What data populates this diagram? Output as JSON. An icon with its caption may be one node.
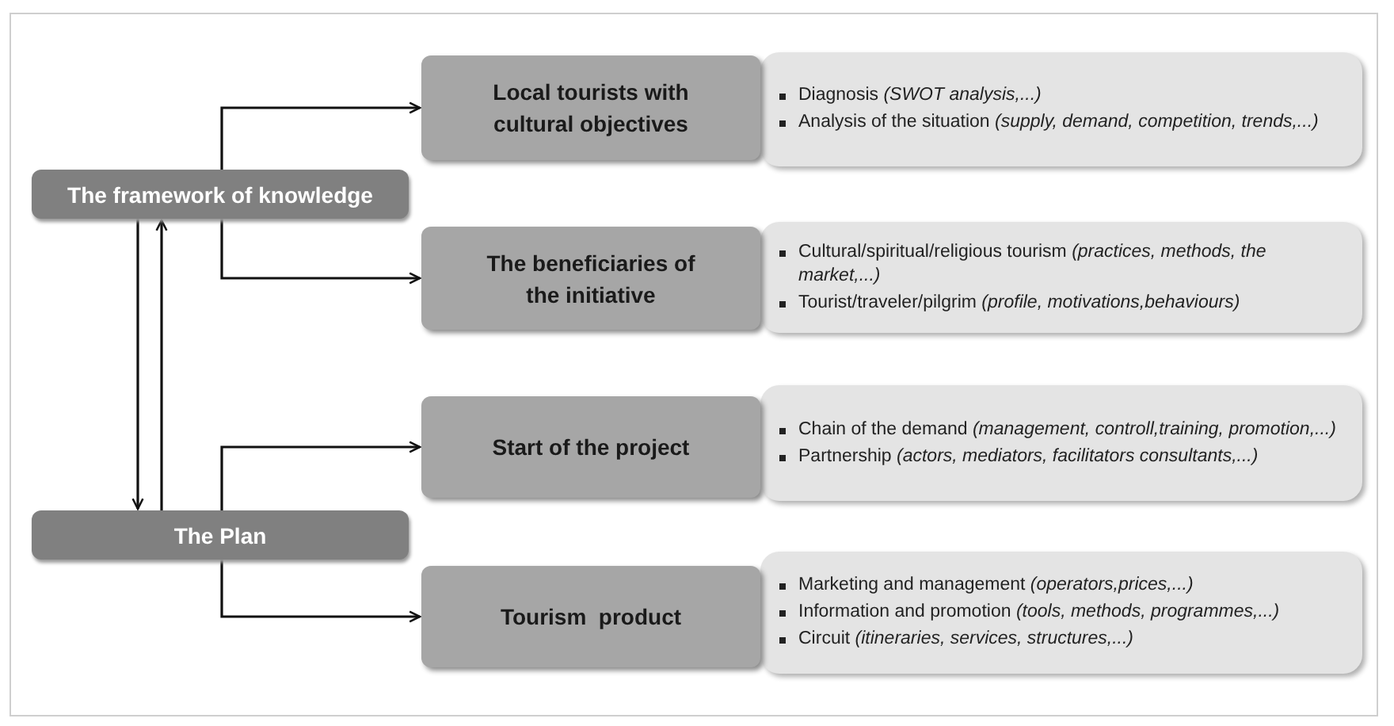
{
  "diagram": {
    "nodes": [
      {
        "text": [
          "The framework of knowledge"
        ]
      },
      {
        "text": [
          "The Plan"
        ]
      },
      {
        "text": [
          "Local tourists with cultural objectives"
        ]
      },
      {
        "text": [
          "The beneficiaries of the initiative"
        ]
      },
      {
        "text": [
          "Start of the project"
        ]
      },
      {
        "text": [
          "Tourism  product"
        ]
      },
      {
        "text": [
          "Diagnosis *(SWOT analysis,...)*",
          "Analysis of the situation *(supply, demand, competition, trends,...)*"
        ]
      },
      {
        "text": [
          "Cultural/spiritual/religious tourism *(practices, methods, the market,...)*",
          "Tourist/traveler/pilgrim *(profile, motivations,behaviours)*"
        ]
      },
      {
        "text": [
          "Chain of the demand *(management, controll,training, promotion,...)*",
          "Partnership *(actors, mediators, facilitators consultants,...)*"
        ]
      },
      {
        "text": [
          "Marketing and management *(operators,prices,...)*",
          "Information and promotion *(tools, methods, programmes,...)*",
          "Circuit  *(itineraries, services, structures,...)*"
        ]
      }
    ],
    "edges": [
      {
        "from": 0,
        "to": 2,
        "arrow": "to"
      },
      {
        "from": 0,
        "to": 3,
        "arrow": "to"
      },
      {
        "from": 1,
        "to": 4,
        "arrow": "to"
      },
      {
        "from": 1,
        "to": 5,
        "arrow": "to"
      },
      {
        "from": 0,
        "to": 1,
        "arrow": "to"
      },
      {
        "from": 1,
        "to": 0,
        "arrow": "to"
      }
    ]
  }
}
